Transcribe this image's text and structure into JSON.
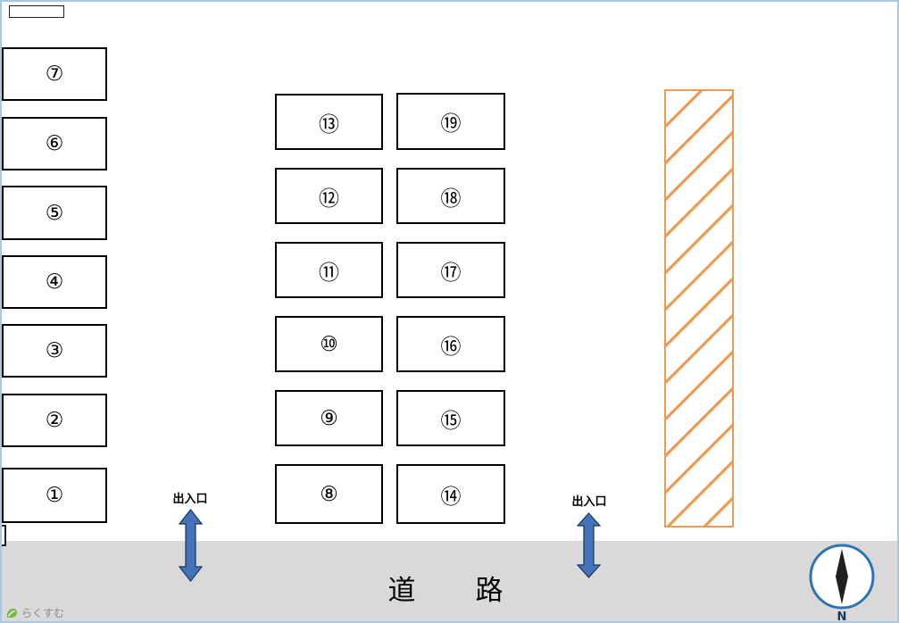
{
  "left_column": {
    "spaces": [
      {
        "label": "⑦"
      },
      {
        "label": "⑥"
      },
      {
        "label": "⑤"
      },
      {
        "label": "④"
      },
      {
        "label": "③"
      },
      {
        "label": "②"
      },
      {
        "label": "①"
      }
    ]
  },
  "center_left_column": {
    "spaces": [
      {
        "label": "⑬"
      },
      {
        "label": "⑫"
      },
      {
        "label": "⑪"
      },
      {
        "label": "⑩"
      },
      {
        "label": "⑨"
      },
      {
        "label": "⑧"
      }
    ]
  },
  "center_right_column": {
    "spaces": [
      {
        "label": "⑲"
      },
      {
        "label": "⑱"
      },
      {
        "label": "⑰"
      },
      {
        "label": "⑯"
      },
      {
        "label": "⑮"
      },
      {
        "label": "⑭"
      }
    ]
  },
  "entrances": {
    "left": {
      "label": "出入口"
    },
    "right": {
      "label": "出入口"
    }
  },
  "road": {
    "label": "道　路"
  },
  "compass": {
    "label": "N"
  },
  "footer": {
    "logo_text": "らくすむ"
  },
  "colors": {
    "hatch_orange": "#ED9B54",
    "arrow_blue": "#4573B9",
    "road_gray": "#D9D9D9",
    "frame_blue": "#A6C9E8",
    "compass_ring": "#2E74B5",
    "logo_green": "#7AB648"
  }
}
